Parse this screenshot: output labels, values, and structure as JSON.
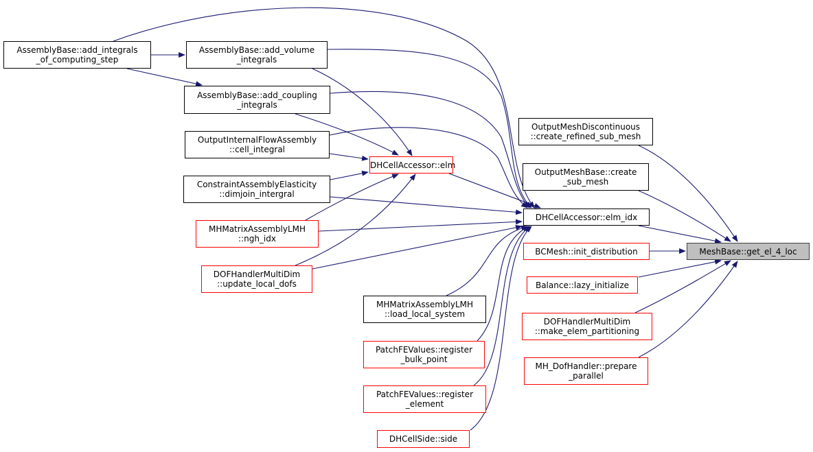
{
  "graph": {
    "type": "caller-graph",
    "edge_color": "#191970",
    "nodes": [
      {
        "id": "n1",
        "lines": [
          "AssemblyBase::add_integrals",
          "_of_computing_step"
        ],
        "linked": true
      },
      {
        "id": "n2",
        "lines": [
          "AssemblyBase::add_volume",
          "_integrals"
        ],
        "linked": true
      },
      {
        "id": "n3",
        "lines": [
          "AssemblyBase::add_coupling",
          "_integrals"
        ],
        "linked": true
      },
      {
        "id": "n4",
        "lines": [
          "OutputInternalFlowAssembly",
          "::cell_integral"
        ],
        "linked": true
      },
      {
        "id": "n5",
        "lines": [
          "ConstraintAssemblyElasticity",
          "::dimjoin_intergral"
        ],
        "linked": true
      },
      {
        "id": "n6",
        "lines": [
          "MHMatrixAssemblyLMH",
          "::ngh_idx"
        ],
        "truncated": true
      },
      {
        "id": "n7",
        "lines": [
          "DOFHandlerMultiDim",
          "::update_local_dofs"
        ],
        "truncated": true
      },
      {
        "id": "n8",
        "lines": [
          "DHCellAccessor::elm"
        ],
        "truncated": true
      },
      {
        "id": "n9",
        "lines": [
          "DHCellAccessor::elm_idx"
        ],
        "linked": true
      },
      {
        "id": "n10",
        "lines": [
          "MHMatrixAssemblyLMH",
          "::load_local_system"
        ],
        "linked": true
      },
      {
        "id": "n11",
        "lines": [
          "PatchFEValues::register",
          "_bulk_point"
        ],
        "truncated": true
      },
      {
        "id": "n12",
        "lines": [
          "PatchFEValues::register",
          "_element"
        ],
        "truncated": true
      },
      {
        "id": "n13",
        "lines": [
          "DHCellSide::side"
        ],
        "truncated": true
      },
      {
        "id": "n14",
        "lines": [
          "OutputMeshDiscontinuous",
          "::create_refined_sub_mesh"
        ],
        "linked": true
      },
      {
        "id": "n15",
        "lines": [
          "OutputMeshBase::create",
          "_sub_mesh"
        ],
        "linked": true
      },
      {
        "id": "n16",
        "lines": [
          "BCMesh::init_distribution"
        ],
        "truncated": true
      },
      {
        "id": "n17",
        "lines": [
          "Balance::lazy_initialize"
        ],
        "truncated": true
      },
      {
        "id": "n18",
        "lines": [
          "DOFHandlerMultiDim",
          "::make_elem_partitioning"
        ],
        "truncated": true
      },
      {
        "id": "n19",
        "lines": [
          "MH_DofHandler::prepare",
          "_parallel"
        ],
        "truncated": true
      },
      {
        "id": "n20",
        "lines": [
          "MeshBase::get_el_4_loc"
        ],
        "root": true
      }
    ],
    "edges": [
      [
        "n14",
        "n20"
      ],
      [
        "n15",
        "n20"
      ],
      [
        "n9",
        "n20"
      ],
      [
        "n16",
        "n20"
      ],
      [
        "n17",
        "n20"
      ],
      [
        "n18",
        "n20"
      ],
      [
        "n19",
        "n20"
      ],
      [
        "n8",
        "n9"
      ],
      [
        "n1",
        "n9"
      ],
      [
        "n2",
        "n9"
      ],
      [
        "n3",
        "n9"
      ],
      [
        "n4",
        "n9"
      ],
      [
        "n5",
        "n9"
      ],
      [
        "n6",
        "n9"
      ],
      [
        "n7",
        "n9"
      ],
      [
        "n10",
        "n9"
      ],
      [
        "n11",
        "n9"
      ],
      [
        "n12",
        "n9"
      ],
      [
        "n13",
        "n9"
      ],
      [
        "n2",
        "n8"
      ],
      [
        "n3",
        "n8"
      ],
      [
        "n4",
        "n8"
      ],
      [
        "n5",
        "n8"
      ],
      [
        "n6",
        "n8"
      ],
      [
        "n7",
        "n8"
      ],
      [
        "n1",
        "n2"
      ],
      [
        "n1",
        "n3"
      ]
    ]
  }
}
